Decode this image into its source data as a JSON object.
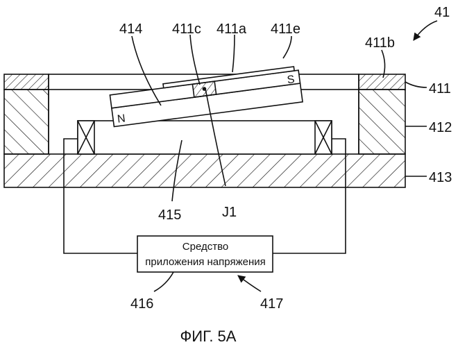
{
  "figure": {
    "caption": "ФИГ. 5А",
    "ref_main": "41",
    "labels": {
      "l414": "414",
      "l411c": "411c",
      "l411a": "411a",
      "l411e": "411e",
      "l411b": "411b",
      "l411": "411",
      "l412": "412",
      "l413": "413",
      "l415": "415",
      "lJ1": "J1",
      "l416": "416",
      "l417": "417"
    },
    "poles": {
      "north": "N",
      "south": "S"
    },
    "voltage_box": {
      "line1": "Средство",
      "line2": "приложения напряжения"
    }
  }
}
